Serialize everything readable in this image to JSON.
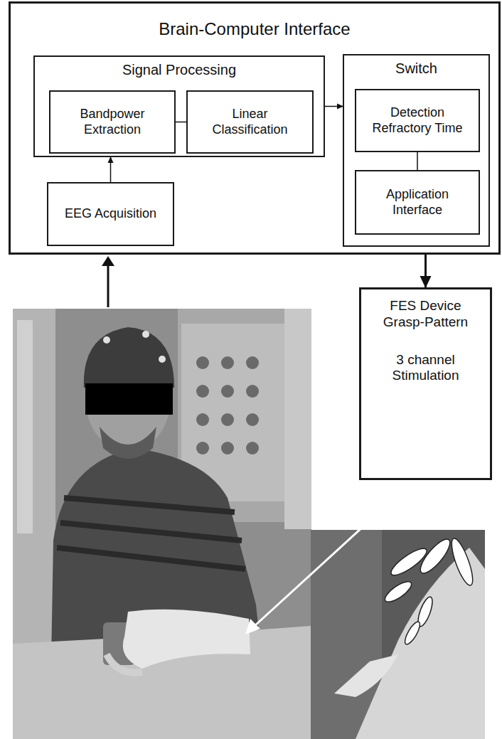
{
  "diagram": {
    "nodes": [
      {
        "text": [
          "Brain-Computer Interface"
        ]
      },
      {
        "text": [
          "Signal Processing"
        ],
        "in": 0
      },
      {
        "text": [
          "Bandpower Extraction"
        ],
        "in": 1
      },
      {
        "text": [
          "Linear Classification"
        ],
        "in": 1
      },
      {
        "text": [
          "EEG Acquisition"
        ],
        "in": 0
      },
      {
        "text": [
          "Switch"
        ],
        "in": 0
      },
      {
        "text": [
          "Detection Refractory Time"
        ],
        "in": 5
      },
      {
        "text": [
          "Application Interface"
        ],
        "in": 5
      },
      {
        "text": [
          "FES Device Grasp-Pattern",
          "3 channel Stimulation"
        ]
      }
    ],
    "edges": [
      {
        "from": 2,
        "to": 3,
        "arrow": "none"
      },
      {
        "from": 4,
        "to": 1,
        "arrow": "to"
      },
      {
        "from": 1,
        "to": 5,
        "arrow": "to"
      },
      {
        "from": 6,
        "to": 7,
        "arrow": "none"
      },
      {
        "from": 0,
        "to": 8,
        "arrow": "to"
      }
    ]
  }
}
